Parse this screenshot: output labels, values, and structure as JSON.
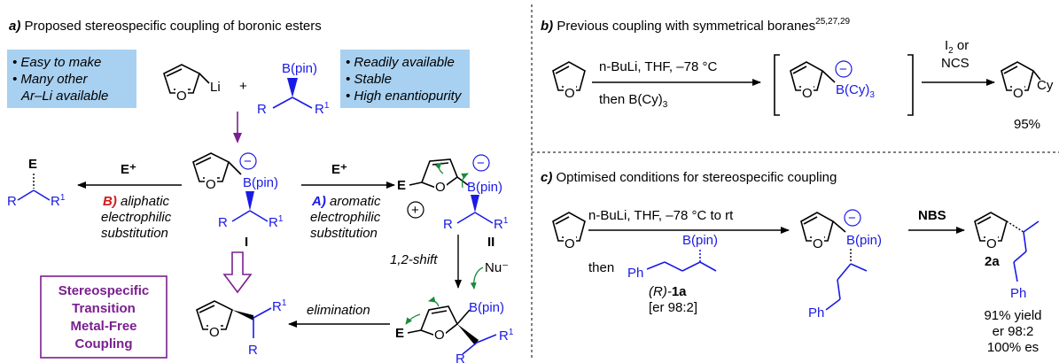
{
  "panel_a": {
    "title_letter": "a)",
    "title": "Proposed stereospecific coupling of boronic esters",
    "left_box": [
      "• Easy to make",
      "• Many other",
      "Ar–Li available"
    ],
    "right_box": [
      "• Readily available",
      "• Stable",
      "• High enantiopurity"
    ],
    "li": "Li",
    "plus": "+",
    "bpin": "B(pin)",
    "r": "R",
    "r1": "R",
    "sup1": "1",
    "o": "O",
    "e": "E",
    "eplus": "E⁺",
    "route_b_letter": "B)",
    "route_b": [
      "aliphatic",
      "electrophilic",
      "substitution"
    ],
    "route_a_letter": "A)",
    "route_a": [
      "aromatic",
      "electrophilic",
      "substitution"
    ],
    "label_I": "I",
    "label_II": "II",
    "shift": "1,2-shift",
    "nu": "Nu⁻",
    "elimination": "elimination",
    "minus": "−",
    "plus_circ": "+",
    "result_box": [
      "Stereospecific",
      "Transition",
      "Metal-Free",
      "Coupling"
    ]
  },
  "panel_b": {
    "title_letter": "b)",
    "title": "Previous coupling with symmetrical boranes",
    "refs": "25,27,29",
    "cond1": "n-BuLi, THF, –78 °C",
    "cond2": "then B(Cy)",
    "cond2_sub": "3",
    "ate": "B(Cy)",
    "ate_sub": "3",
    "reagent1": "I",
    "reagent1_sub": "2",
    "reagent1_or": " or",
    "reagent2": "NCS",
    "product": "Cy",
    "yield": "95%"
  },
  "panel_c": {
    "title_letter": "c)",
    "title": "Optimised conditions for stereospecific coupling",
    "cond1": "n-BuLi, THF, –78 °C to rt",
    "then": "then",
    "ph": "Ph",
    "substrate_label_pre": "(R)-",
    "substrate_label_bold": "1a",
    "er": "[er 98:2]",
    "reagent": "NBS",
    "product_label": "2a",
    "result": [
      "91% yield",
      "er 98:2",
      "100% es"
    ]
  }
}
